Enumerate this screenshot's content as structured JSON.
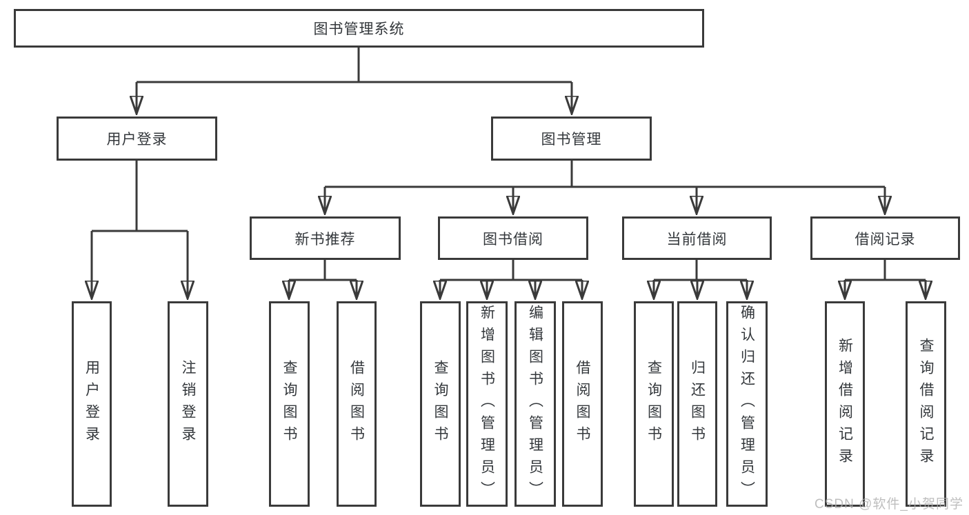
{
  "tree": {
    "root": "图书管理系统",
    "level2": [
      {
        "label": "用户登录",
        "leaves": [
          "用户登录",
          "注销登录"
        ]
      },
      {
        "label": "图书管理",
        "children": [
          {
            "label": "新书推荐",
            "leaves": [
              "查询图书",
              "借阅图书"
            ]
          },
          {
            "label": "图书借阅",
            "leaves": [
              "查询图书",
              "新增图书（管理员）",
              "编辑图书（管理员）",
              "借阅图书"
            ]
          },
          {
            "label": "当前借阅",
            "leaves": [
              "查询图书",
              "归还图书",
              "确认归还（管理员）"
            ]
          },
          {
            "label": "借阅记录",
            "leaves": [
              "新增借阅记录",
              "查询借阅记录"
            ]
          }
        ]
      }
    ]
  },
  "watermark": "CSDN @软件_小贺同学",
  "colors": {
    "line": "#3a3a3a",
    "text": "#33373b",
    "box_background": "#ffffff",
    "watermark": "#aeaeae"
  }
}
